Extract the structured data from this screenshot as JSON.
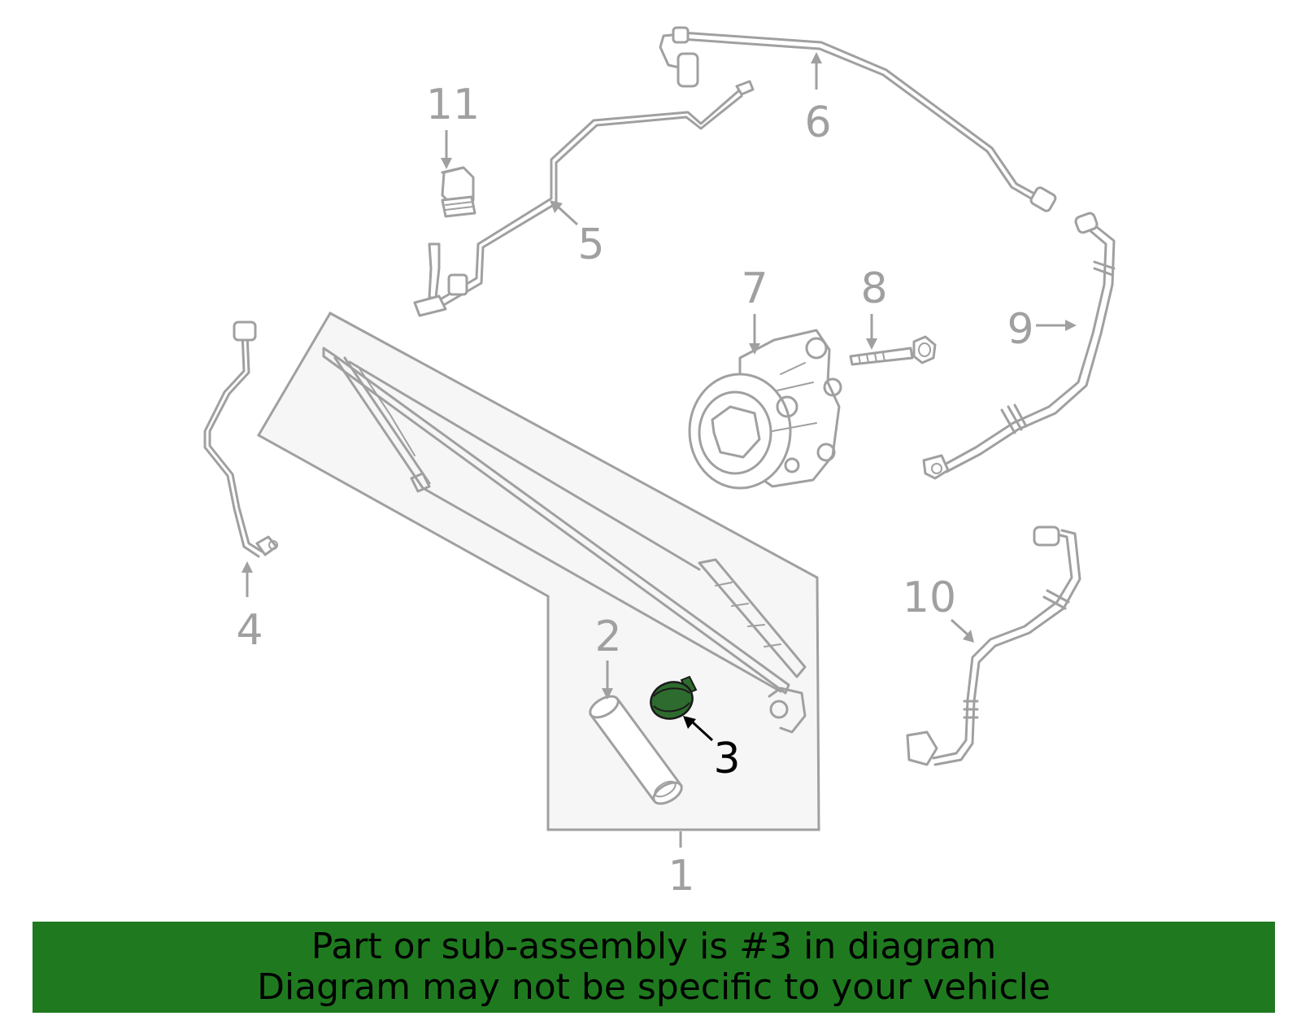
{
  "diagram": {
    "callouts": {
      "c1": "1",
      "c2": "2",
      "c3": "3",
      "c4": "4",
      "c5": "5",
      "c6": "6",
      "c7": "7",
      "c8": "8",
      "c9": "9",
      "c10": "10",
      "c11": "11"
    },
    "highlighted_part": "3",
    "highlight_color": "#2e6b2e",
    "line_color": "#a0a0a0",
    "panel_color": "#f6f6f6"
  },
  "banner": {
    "line1": "Part or sub-assembly is #3 in diagram",
    "line2": "Diagram may not be specific to your vehicle",
    "background_color": "#1f7a1f"
  }
}
